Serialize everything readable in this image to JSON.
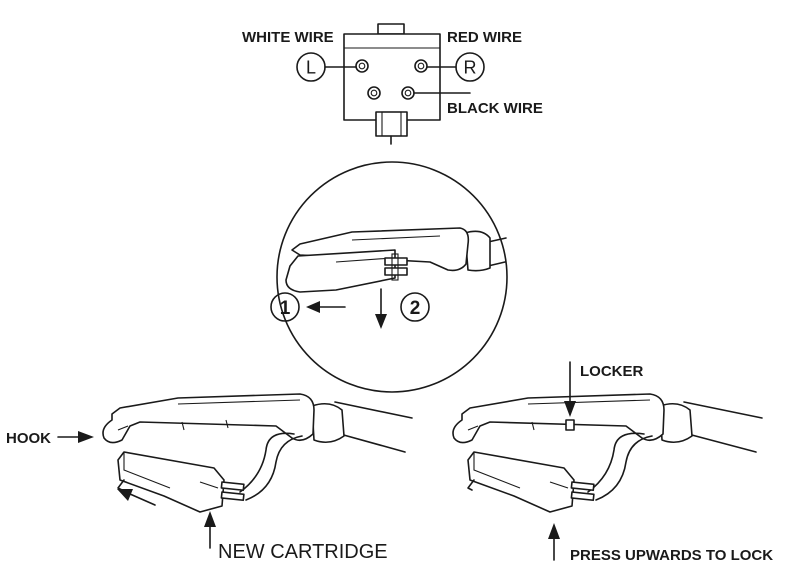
{
  "wiring_diagram": {
    "white_wire_label": "WHITE WIRE",
    "red_wire_label": "RED WIRE",
    "black_wire_label": "BLACK WIRE",
    "left_channel_marker": "L",
    "right_channel_marker": "R"
  },
  "detail_view": {
    "step1_marker": "1",
    "step2_marker": "2"
  },
  "removal_view": {
    "hook_label": "HOOK",
    "new_cartridge_label": "NEW CARTRIDGE"
  },
  "install_view": {
    "locker_label": "LOCKER",
    "press_label": "PRESS UPWARDS TO LOCK"
  }
}
